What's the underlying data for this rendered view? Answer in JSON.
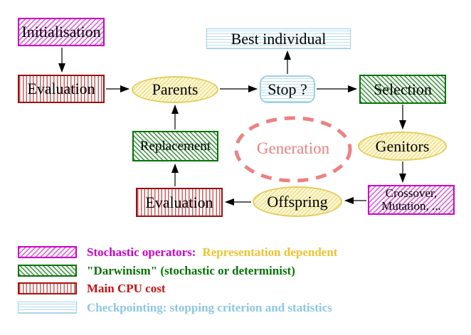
{
  "nodes": {
    "initialisation": "Initialisation",
    "evaluation_top": "Evaluation",
    "parents": "Parents",
    "stop": "Stop ?",
    "best_individual": "Best individual",
    "selection": "Selection",
    "genitors": "Genitors",
    "crossover_line1": "Crossover,",
    "crossover_line2": "Mutation, ...",
    "offspring": "Offspring",
    "evaluation_bottom": "Evaluation",
    "replacement": "Replacement",
    "generation": "Generation"
  },
  "legend": {
    "rows": [
      {
        "swatch": "magenta-diagonal-hatch",
        "label": "Stochastic operators:",
        "label2": "Representation dependent"
      },
      {
        "swatch": "green-diagonal-hatch",
        "label": "\"Darwinism\" (stochastic or determinist)"
      },
      {
        "swatch": "red-vertical-stripes",
        "label": "Main CPU cost"
      },
      {
        "swatch": "cyan-horizontal-stripes",
        "label": "Checkpointing: stopping criterion and statistics"
      }
    ]
  },
  "colors": {
    "magenta": "#cc00cc",
    "magenta_hatch": "#dd70dd",
    "dark_red": "#991111",
    "red_stripe": "#cc6060",
    "red_text": "#cc1111",
    "dark_green": "#067306",
    "green_hatch": "#55a055",
    "yellow_border": "#e5cd5e",
    "yellow_hatch": "#f0de8a",
    "gold_text": "#f2c230",
    "cyan_border": "#9fcfe8",
    "cyan_stripe": "#b8e0f0",
    "cyan_text": "#8cc6e8",
    "coral": "#ef8080",
    "arrow": "#000000"
  }
}
